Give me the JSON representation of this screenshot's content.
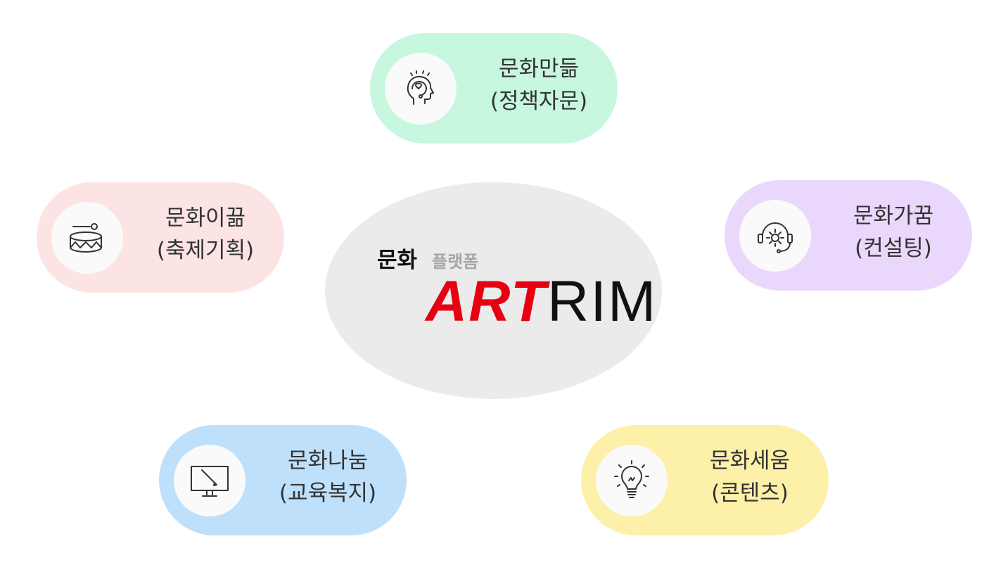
{
  "center": {
    "korean_main": "문화",
    "korean_sub": "플랫폼",
    "logo_bold": "ART",
    "logo_thin": "RIM"
  },
  "items": [
    {
      "title": "문화만듦",
      "subtitle": "(정책자문)",
      "icon": "head-heart-icon",
      "color": "#c8f7df"
    },
    {
      "title": "문화이끎",
      "subtitle": "(축제기획)",
      "icon": "drum-icon",
      "color": "#fde4e4"
    },
    {
      "title": "문화가꿈",
      "subtitle": "(컨설팅)",
      "icon": "headset-gear-icon",
      "color": "#ead8fc"
    },
    {
      "title": "문화나눔",
      "subtitle": "(교육복지)",
      "icon": "monitor-pencil-icon",
      "color": "#bfe0fb"
    },
    {
      "title": "문화세움",
      "subtitle": "(콘텐츠)",
      "icon": "lightbulb-icon",
      "color": "#fdf0a8"
    }
  ]
}
